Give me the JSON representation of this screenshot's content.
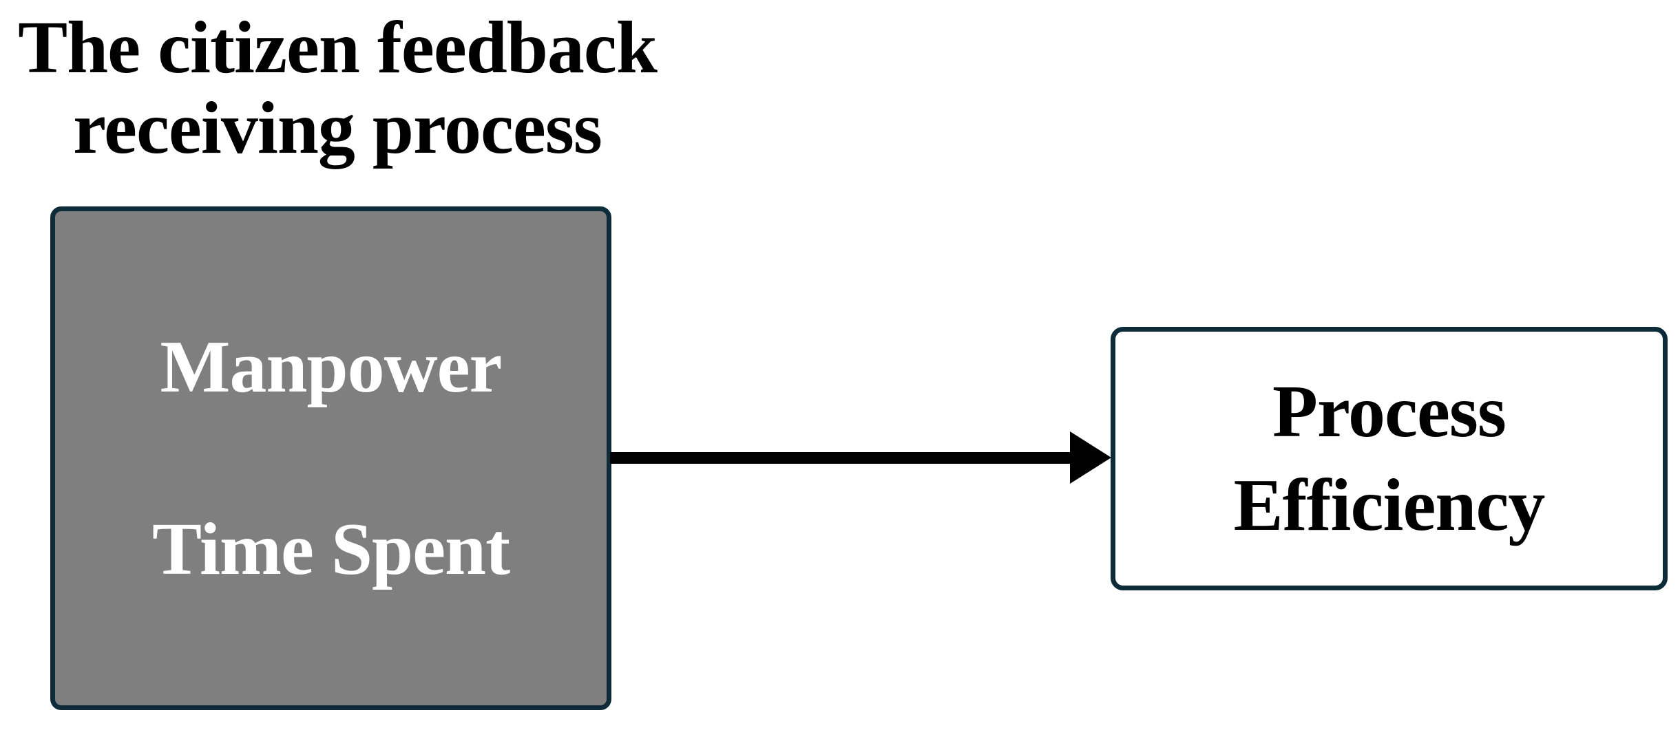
{
  "diagram": {
    "title": {
      "lines": [
        "The citizen feedback",
        "receiving process"
      ]
    },
    "boxes": {
      "input": {
        "labels": [
          "Manpower",
          "Time Spent"
        ]
      },
      "outcome": {
        "lines": [
          "Process",
          "Efficiency"
        ]
      }
    },
    "arrow": {
      "direction": "right"
    }
  },
  "colors": {
    "background": "#ffffff",
    "border": "#0e2b3a",
    "input_fill": "#7f7f7f",
    "input_text": "#ffffff",
    "outcome_fill": "#ffffff",
    "text": "#000000",
    "arrow": "#000000"
  }
}
